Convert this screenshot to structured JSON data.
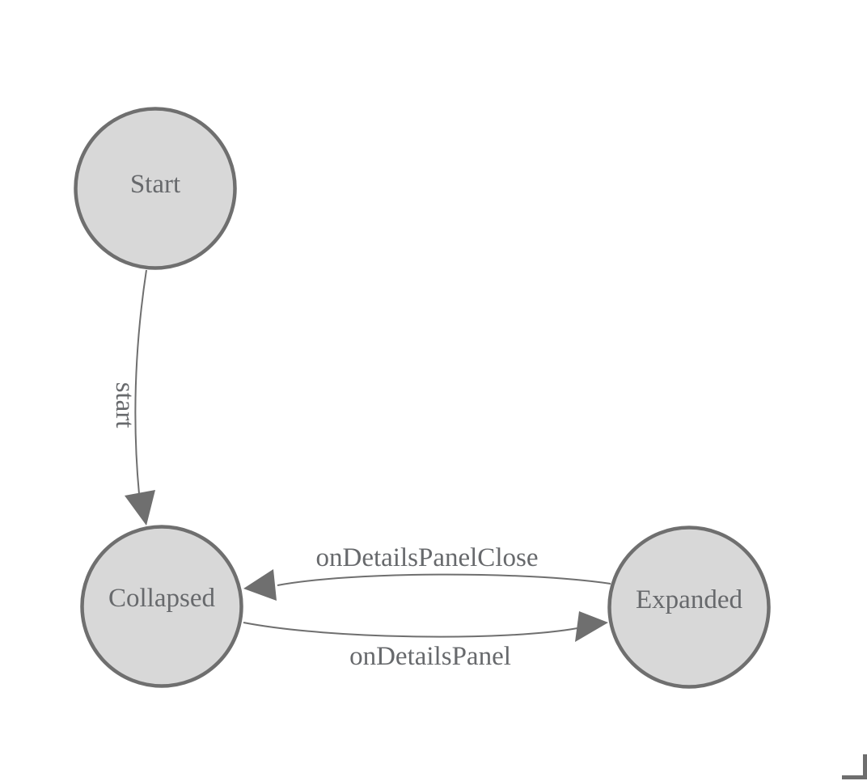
{
  "diagram": {
    "background": "#ffffff",
    "colors": {
      "node_fill": "#d8d8d8",
      "node_border": "#6f6f6f",
      "edge_line": "#6f6f6f",
      "arrowhead": "#6f6f6f",
      "label_text": "#67696c"
    },
    "nodes": [
      {
        "id": "start",
        "label": "Start"
      },
      {
        "id": "collapsed",
        "label": "Collapsed"
      },
      {
        "id": "expanded",
        "label": "Expanded"
      }
    ],
    "edges": [
      {
        "id": "start",
        "label": "start",
        "from": "start",
        "to": "collapsed"
      },
      {
        "id": "onDetailsPanelClose",
        "label": "onDetailsPanelClose",
        "from": "expanded",
        "to": "collapsed"
      },
      {
        "id": "onDetailsPanel",
        "label": "onDetailsPanel",
        "from": "collapsed",
        "to": "expanded"
      }
    ]
  }
}
